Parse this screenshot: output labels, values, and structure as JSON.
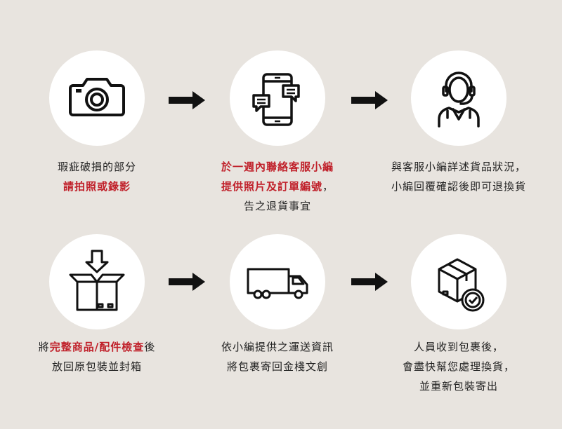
{
  "colors": {
    "background": "#e8e4df",
    "circle": "#ffffff",
    "highlight": "#c0202a",
    "text": "#222222"
  },
  "steps": [
    {
      "icon": "camera-icon",
      "lines": [
        [
          {
            "t": "瑕疵破損的部分",
            "hl": false
          }
        ],
        [
          {
            "t": "請拍照或錄影",
            "hl": true
          }
        ]
      ]
    },
    {
      "icon": "phone-chat-icon",
      "lines": [
        [
          {
            "t": "於一週內聯絡客服小編",
            "hl": true
          }
        ],
        [
          {
            "t": "提供照片及訂單編號",
            "hl": true
          },
          {
            "t": "，",
            "hl": false
          }
        ],
        [
          {
            "t": "告之退貨事宜",
            "hl": false
          }
        ]
      ]
    },
    {
      "icon": "customer-service-icon",
      "lines": [
        [
          {
            "t": "與客服小編詳述貨品狀況，",
            "hl": false
          }
        ],
        [
          {
            "t": "小編回覆確認後即可退換貨",
            "hl": false
          }
        ]
      ]
    },
    {
      "icon": "box-download-icon",
      "lines": [
        [
          {
            "t": "將",
            "hl": false
          },
          {
            "t": "完整商品/配件檢查",
            "hl": true
          },
          {
            "t": "後",
            "hl": false
          }
        ],
        [
          {
            "t": "放回原包裝並封箱",
            "hl": false
          }
        ]
      ]
    },
    {
      "icon": "truck-icon",
      "lines": [
        [
          {
            "t": "依小編提供之運送資訊",
            "hl": false
          }
        ],
        [
          {
            "t": "將包裹寄回金棧文創",
            "hl": false
          }
        ]
      ]
    },
    {
      "icon": "package-check-icon",
      "lines": [
        [
          {
            "t": "人員收到包裹後，",
            "hl": false
          }
        ],
        [
          {
            "t": "會盡快幫您處理換貨，",
            "hl": false
          }
        ],
        [
          {
            "t": "並重新包裝寄出",
            "hl": false
          }
        ]
      ]
    }
  ]
}
